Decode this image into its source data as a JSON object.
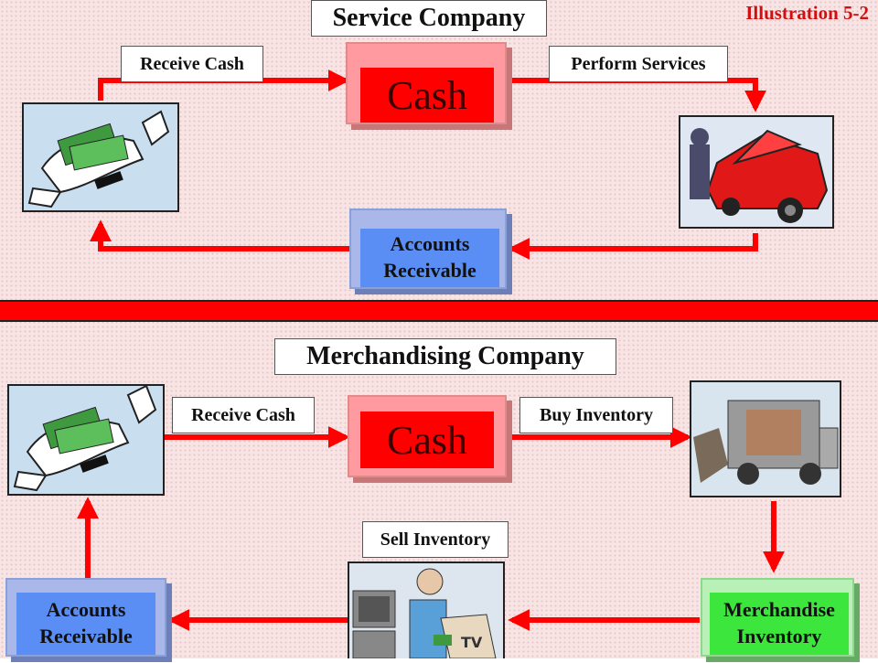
{
  "illustration": "Illustration 5-2",
  "service": {
    "title": "Service Company",
    "receive_cash": "Receive Cash",
    "perform_services": "Perform Services",
    "cash": "Cash",
    "accounts_receivable": [
      "Accounts",
      "Receivable"
    ]
  },
  "merchandising": {
    "title": "Merchandising  Company",
    "receive_cash": "Receive Cash",
    "buy_inventory": "Buy Inventory",
    "sell_inventory": "Sell Inventory",
    "cash": "Cash",
    "accounts_receivable": [
      "Accounts",
      "Receivable"
    ],
    "merchandise_inventory": [
      "Merchandise",
      "Inventory"
    ]
  },
  "colors": {
    "arrow": "#ff0000",
    "cash_box": "#ff0000",
    "receivable_box": "#5b8ef5",
    "inventory_box": "#3ce63c",
    "divider": "#ff0000"
  },
  "icons": [
    "hand-cash-icon",
    "car-mechanic-icon",
    "delivery-truck-icon",
    "salesperson-tv-icon"
  ]
}
